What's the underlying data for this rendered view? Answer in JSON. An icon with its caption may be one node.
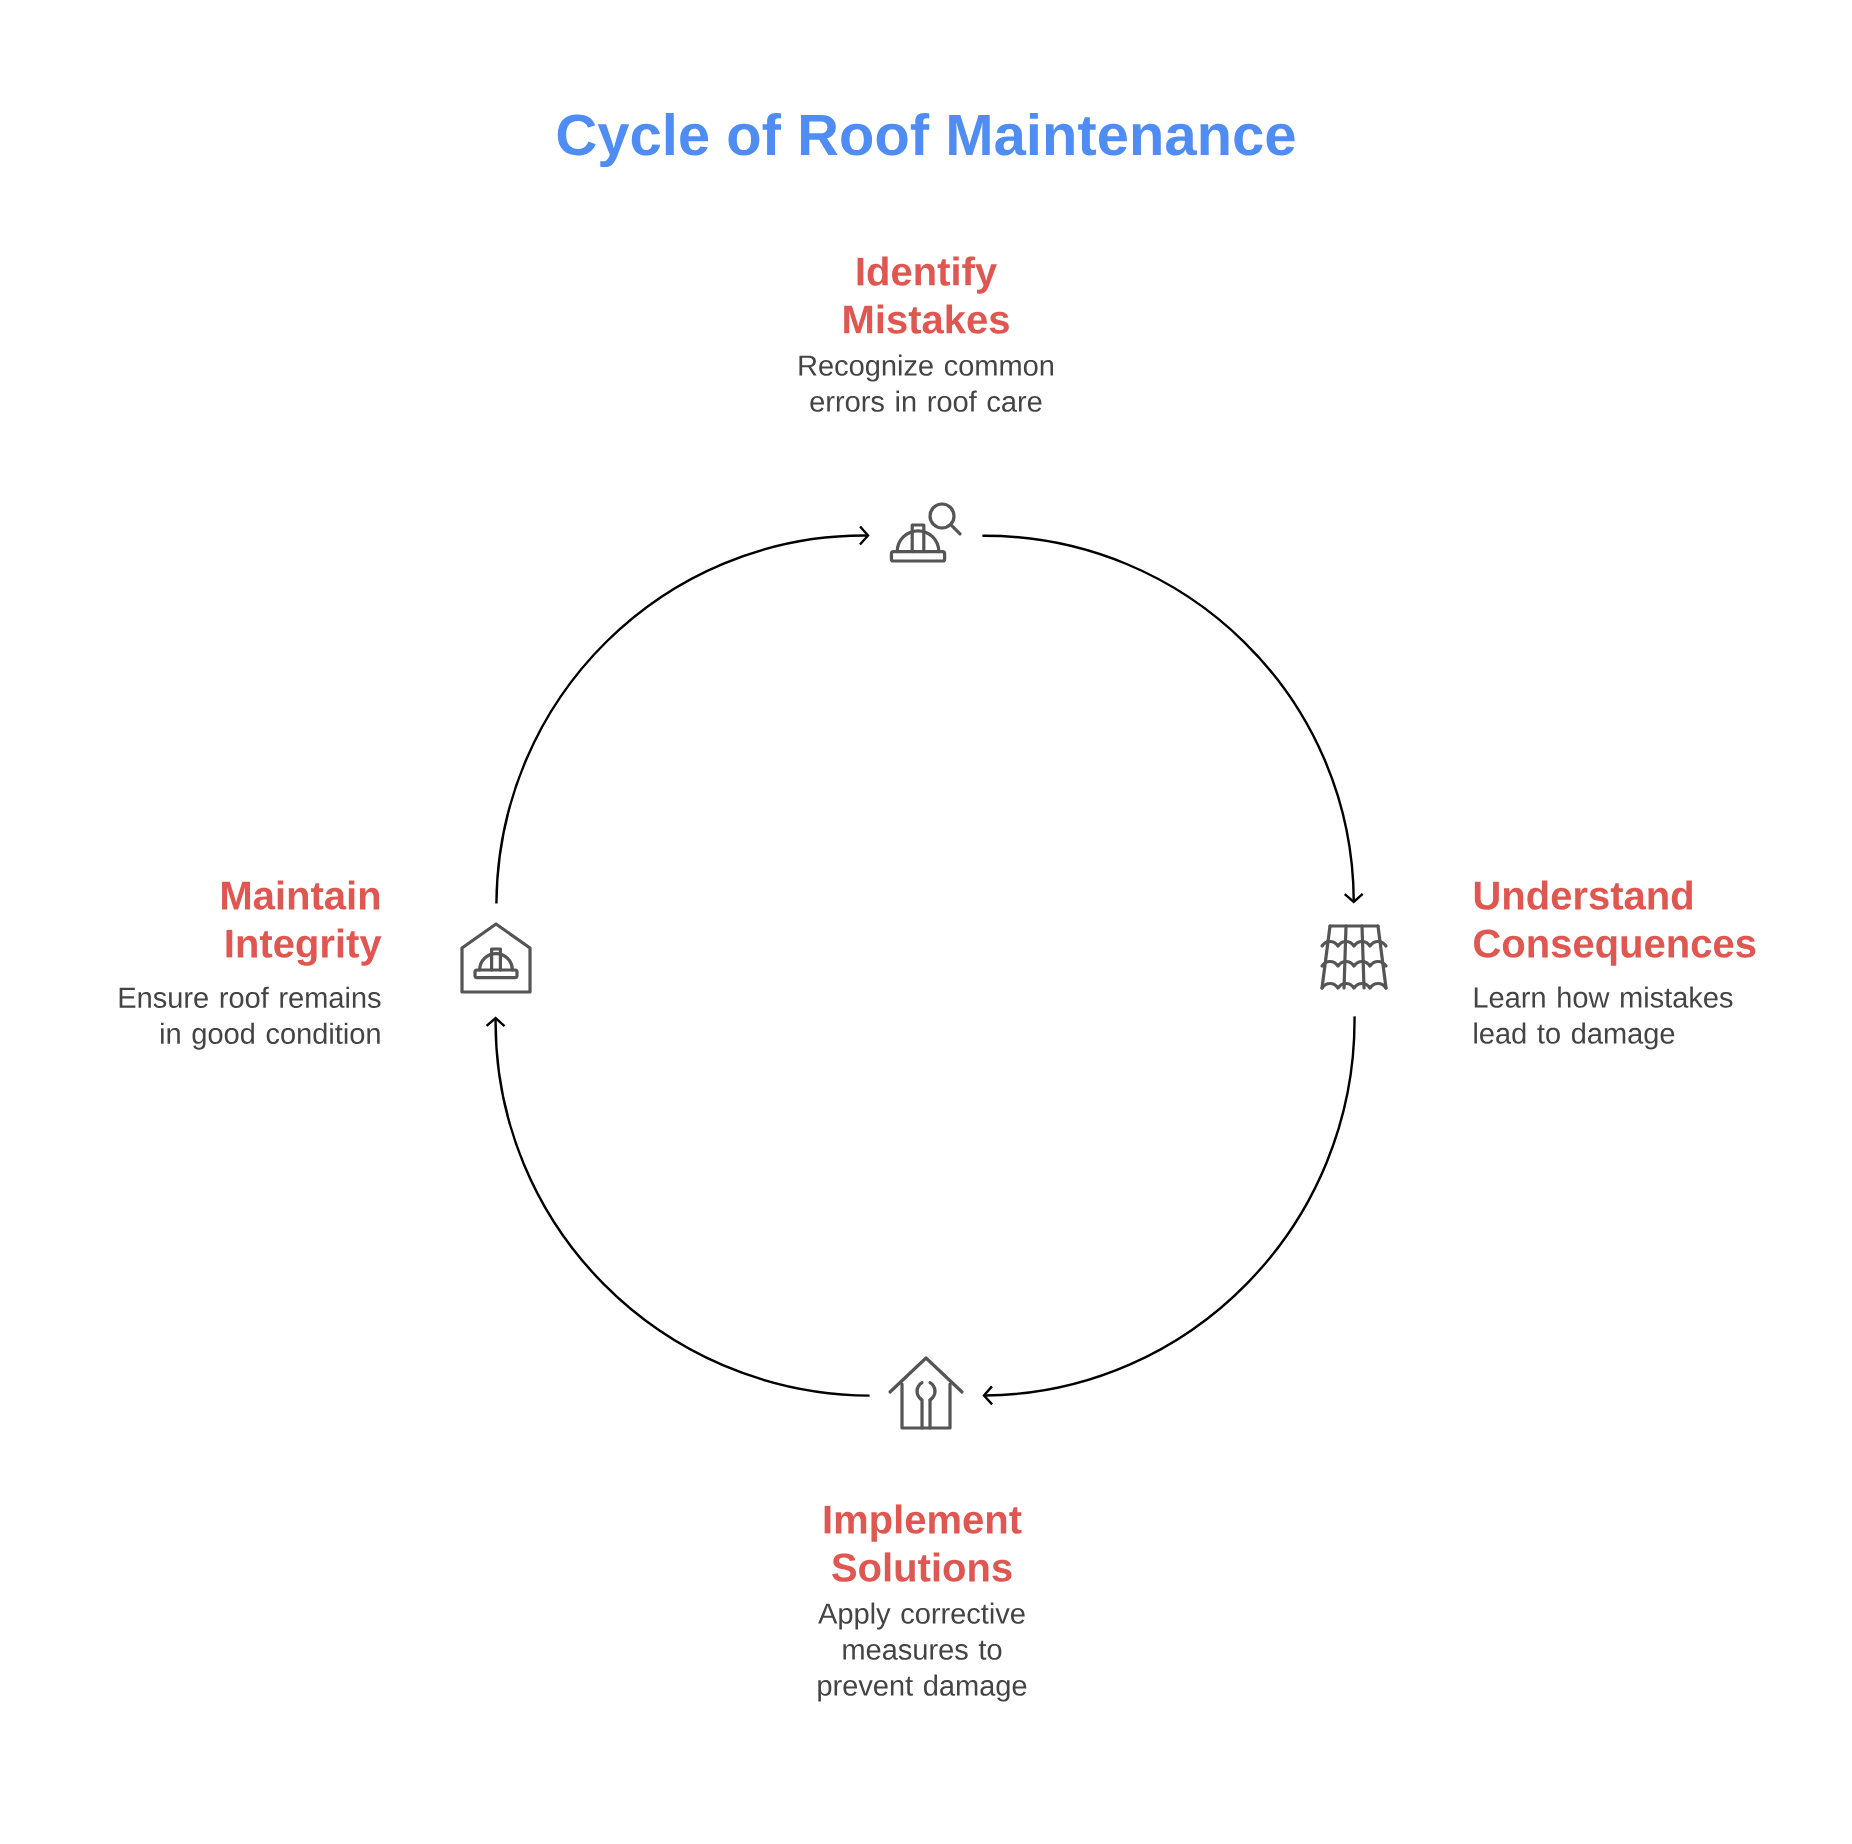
{
  "diagram": {
    "title": "Cycle of Roof Maintenance",
    "nodes": [
      {
        "text": [
          "Identify Mistakes",
          "Recognize common errors in roof care"
        ]
      },
      {
        "text": [
          "Understand Consequences",
          "Learn how mistakes lead to damage"
        ]
      },
      {
        "text": [
          "Implement Solutions",
          "Apply corrective measures to prevent damage"
        ]
      },
      {
        "text": [
          "Maintain Integrity",
          "Ensure roof remains in good condition"
        ]
      }
    ],
    "edges": [
      {
        "from": 0,
        "to": 1,
        "arrow": "to"
      },
      {
        "from": 1,
        "to": 2,
        "arrow": "to"
      },
      {
        "from": 2,
        "to": 3,
        "arrow": "to"
      },
      {
        "from": 3,
        "to": 0,
        "arrow": "to"
      }
    ]
  }
}
